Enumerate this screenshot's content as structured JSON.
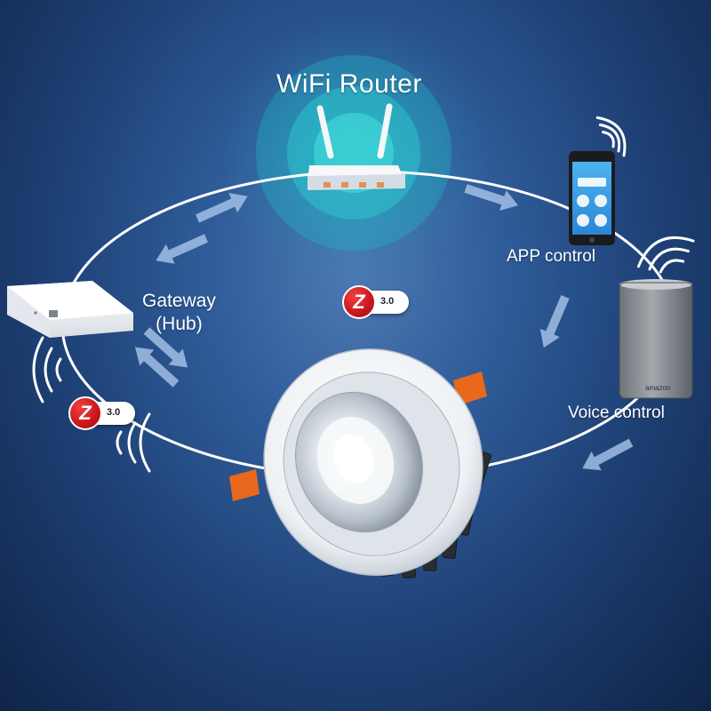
{
  "diagram": {
    "router_label": "WiFi Router",
    "app_label": "APP control",
    "voice_label": "Voice control",
    "gateway_label_line1": "Gateway",
    "gateway_label_line2": "(Hub)",
    "zigbee_badges": [
      {
        "letter": "Z",
        "version": "3.0"
      },
      {
        "letter": "Z",
        "version": "3.0"
      }
    ],
    "speaker_brand": "amazon"
  },
  "colors": {
    "background_center": "#4d79b3",
    "background_edge": "#0f2447",
    "ring": "#ffffff",
    "arrow": "#a9c6ea",
    "wifi_glow": "#25c9c9",
    "zigbee_red": "#c8161d",
    "clip_orange": "#e8681c",
    "phone_screen": "#3aa3e8"
  },
  "icons": [
    "wifi-router-icon",
    "smartphone-icon",
    "smart-speaker-icon",
    "gateway-hub-icon",
    "downlight-icon",
    "zigbee-icon",
    "signal-waves-icon"
  ]
}
